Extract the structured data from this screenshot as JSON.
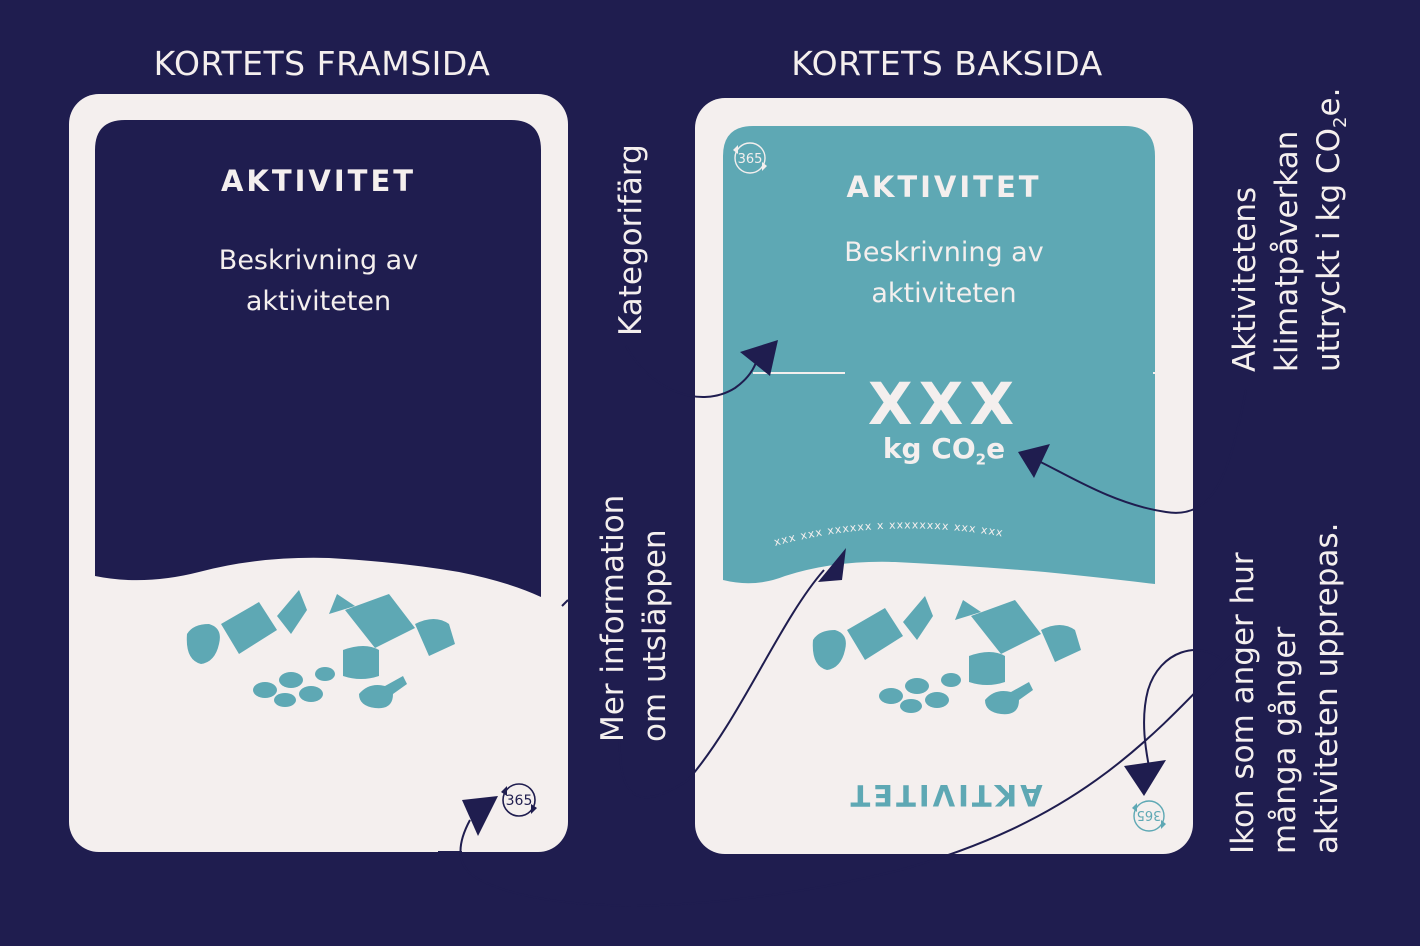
{
  "headings": {
    "front": "KORTETS FRAMSIDA",
    "back": "KORTETS BAKSIDA"
  },
  "front_card": {
    "title": "AKTIVITET",
    "description_line1": "Beskrivning av",
    "description_line2": "aktiviteten",
    "icon_text": "365",
    "panel_color": "#1f1d4f"
  },
  "back_card": {
    "title": "AKTIVITET",
    "description_line1": "Beskrivning av",
    "description_line2": "aktiviteten",
    "value": "XXX",
    "unit_prefix": "kg CO",
    "unit_sub": "2",
    "unit_suffix": "e",
    "arc_text": "xxx xxx xxxxxx  x xxxxxxxx xxx xxx",
    "bottom_title_upside_down": "AKTIVITET",
    "icon_top_text": "365",
    "icon_bottom_text": "365",
    "panel_color": "#5ea8b4"
  },
  "callouts": {
    "category": "Kategorifärg",
    "more_info_line1": "Mer information",
    "more_info_line2": "om utsläppen",
    "impact_line1": "Aktivitetens",
    "impact_line2": "klimatpåverkan",
    "impact_line3_prefix": "uttryckt i kg CO",
    "impact_line3_sub": "2",
    "impact_line3_suffix": "e.",
    "icon_line1": "Ikon som anger hur",
    "icon_line2": "många gånger",
    "icon_line3": "aktiviteten upprepas."
  },
  "colors": {
    "background": "#1f1d4f",
    "card": "#f4efee",
    "accent": "#5ea8b4"
  }
}
